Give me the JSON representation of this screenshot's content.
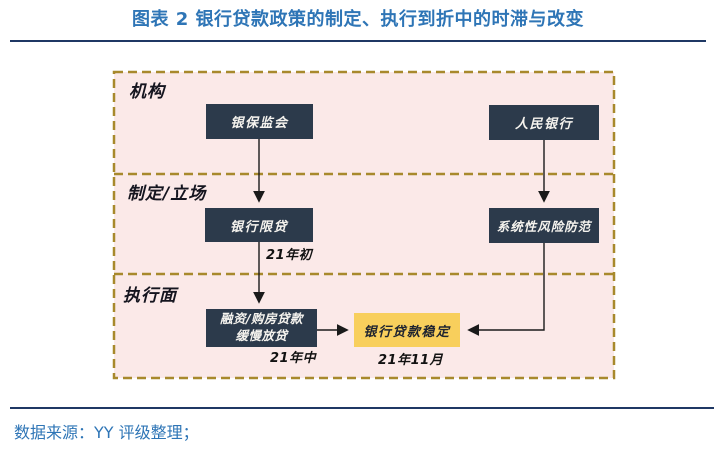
{
  "page": {
    "title": "图表 2 银行贷款政策的制定、执行到折中的时滞与改变",
    "source": "数据来源：YY 评级整理；"
  },
  "colors": {
    "title_blue": "#2E75B6",
    "rule_navy": "#1F3864",
    "diagram_background_pink": "#FBE9E8",
    "dashed_border_gold": "#A8892C",
    "node_navy": "#2C3A4B",
    "node_yellow": "#F8CF5C",
    "arrow_black": "#1A1A1A"
  },
  "diagram": {
    "sections": {
      "institutions": "机构",
      "formulation": "制定/立场",
      "execution": "执行面"
    },
    "nodes": {
      "cbirc": {
        "label": "银保监会"
      },
      "pboc": {
        "label": "人民银行"
      },
      "bank_loan_limit": {
        "label": "银行限贷",
        "time": "21年初"
      },
      "systemic_risk": {
        "label": "系统性风险防范"
      },
      "slow_lending": {
        "line1": "融资/购房贷款",
        "line2": "缓慢放贷",
        "time": "21年中"
      },
      "loan_stability": {
        "label": "银行贷款稳定",
        "time": "21年11月"
      }
    }
  }
}
